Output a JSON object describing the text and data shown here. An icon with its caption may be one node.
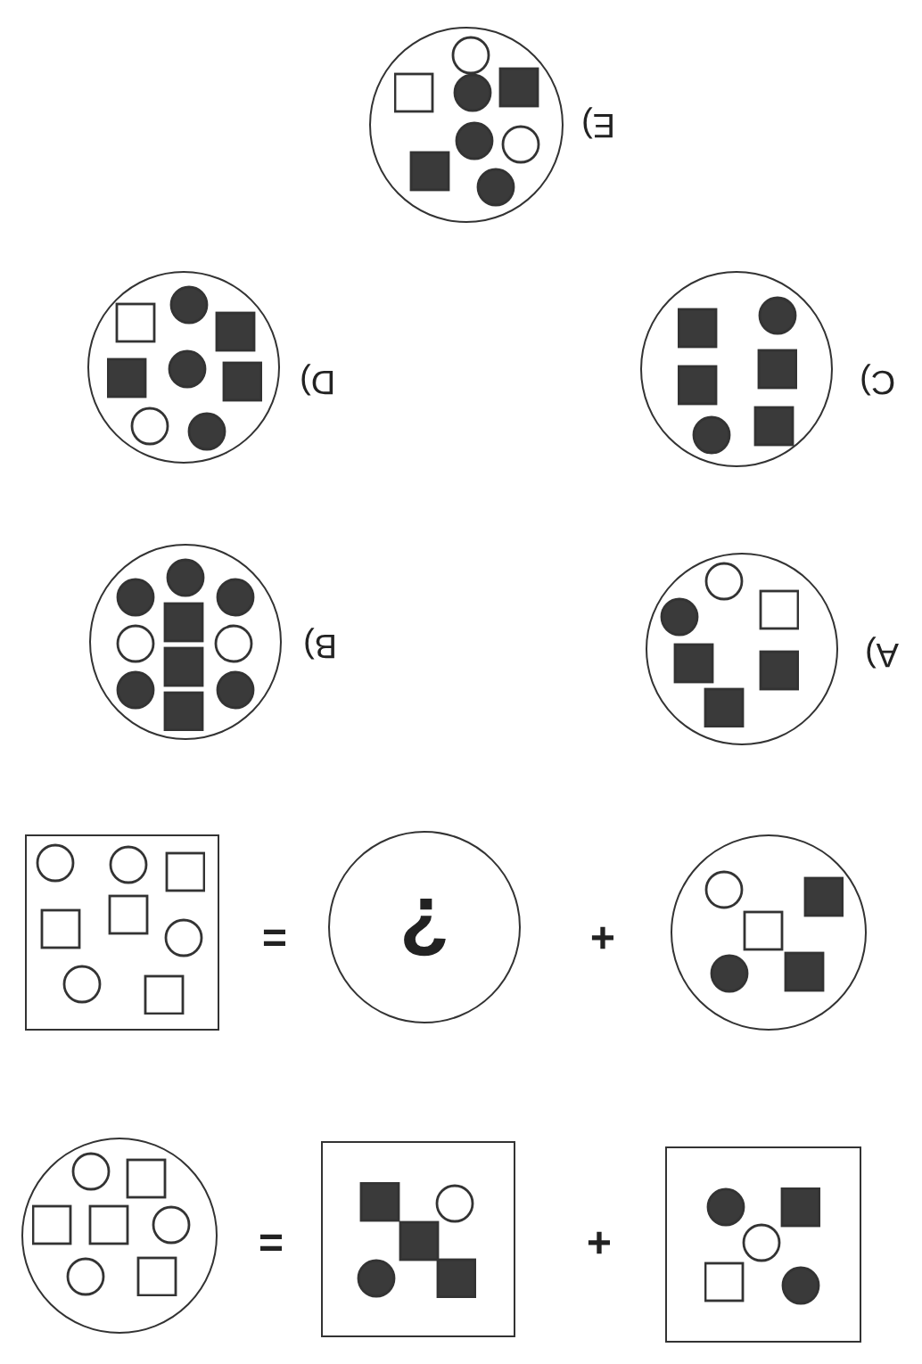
{
  "diagram": {
    "nodes": [
      {
        "text": [],
        "shape": "circle",
        "beside": [
          "E)"
        ]
      },
      {
        "text": [],
        "shape": "circle",
        "beside": [
          "D)"
        ]
      },
      {
        "text": [],
        "shape": "circle",
        "beside": [
          "C)"
        ]
      },
      {
        "text": [],
        "shape": "circle",
        "beside": [
          "B)"
        ]
      },
      {
        "text": [],
        "shape": "circle",
        "beside": [
          "A)"
        ]
      },
      {
        "text": [],
        "shape": "box"
      },
      {
        "text": [
          "?"
        ]
      },
      {
        "text": [],
        "shape": "circle"
      },
      {
        "text": [],
        "shape": "circle"
      },
      {
        "text": [],
        "shape": "box"
      },
      {
        "text": [],
        "shape": "box"
      }
    ],
    "edges": [],
    "labels": [
      "=",
      "+",
      "=",
      "+"
    ]
  }
}
